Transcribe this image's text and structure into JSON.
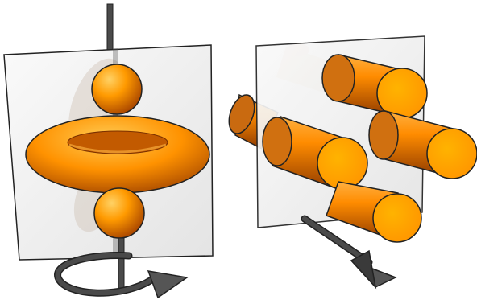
{
  "figure": {
    "left_panel": {
      "shapes": [
        "upper-sphere",
        "torus",
        "lower-sphere"
      ],
      "symmetry": "rotation",
      "indicator_icon": "curved-rotation-arrow-icon"
    },
    "right_panel": {
      "shapes": [
        "cylinder",
        "cylinder",
        "cylinder",
        "cylinder",
        "cylinder"
      ],
      "symmetry": "translation",
      "indicator_icon": "straight-translation-arrow-icon"
    },
    "colors": {
      "orange_light": "#ffb100",
      "orange_dark": "#e06300",
      "shadow": "#8a3c00",
      "mirror": "#eeeeee",
      "rod": "#4a4a4a",
      "outline": "#222222"
    }
  }
}
